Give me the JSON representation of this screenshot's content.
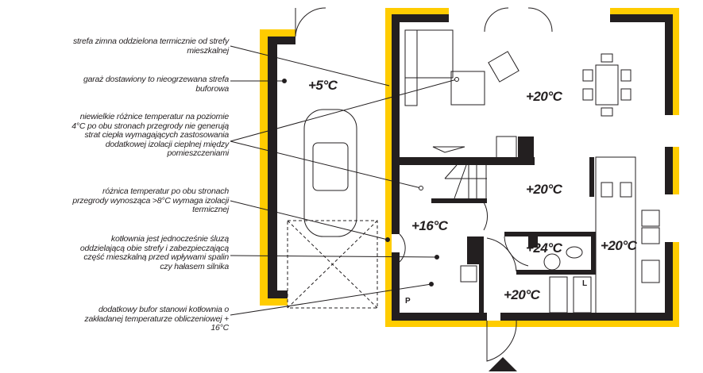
{
  "colors": {
    "wall": "#231f20",
    "insulation": "#ffcc00",
    "line": "#231f20"
  },
  "annotations": [
    "strefa zimna oddzielona termicznie od strefy mieszkalnej",
    "garaż dostawiony to nieogrzewana strefa buforowa",
    "niewielkie różnice temperatur na poziomie 4°C po obu stronach przegrody nie generują strat ciepła wymagających zastosowania dodatkowej izolacji cieplnej między pomieszczeniami",
    "różnica temperatur po obu stronach przegrody wynosząca >8°C wymaga izolacji termicznej",
    "kotłownia jest jednocześnie śluzą oddzielającą obie strefy i zabezpieczającą część mieszkalną przed wpływami spalin czy hałasem silnika",
    "dodatkowy bufor stanowi kotłownia o zakładanej temperaturze obliczeniowej + 16°C"
  ],
  "rooms": {
    "garage": "+5°C",
    "living": "+20°C",
    "hall": "+20°C",
    "boiler": "+16°C",
    "bathroom": "+24°C",
    "kitchen": "+20°C",
    "entrance": "+20°C"
  },
  "markers": {
    "p": "P",
    "l": "L"
  }
}
